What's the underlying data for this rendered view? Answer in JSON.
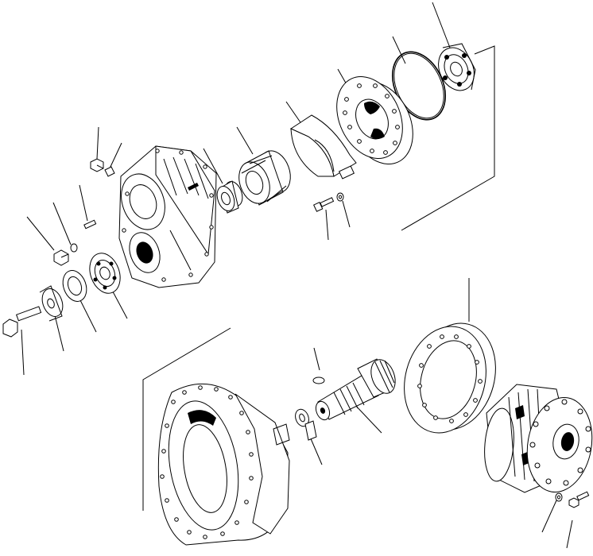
{
  "diagram": {
    "kind": "exploded parts drawing",
    "background": "#ffffff",
    "line_color": "#000000",
    "parts": [
      "bearing-top-right",
      "o-ring",
      "retainer-plate",
      "cover-half",
      "bolt-small-top",
      "washer-small-top",
      "roller-bearing",
      "bearing-cone",
      "cap-screw-top",
      "clip",
      "dowel-pin",
      "small-ball",
      "plug",
      "case",
      "bolt-long",
      "washer-thick",
      "nut",
      "bearing-left",
      "housing-bottom",
      "key",
      "washer-bottom",
      "pinion-shaft",
      "ring-gear",
      "differential-case",
      "washer-bottom-right",
      "bolt-bottom-right"
    ]
  }
}
